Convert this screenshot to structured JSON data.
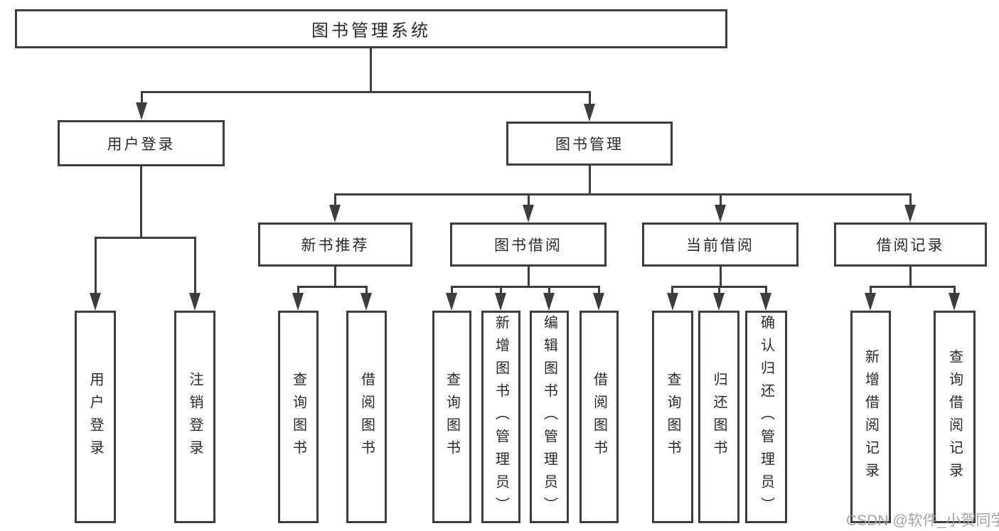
{
  "diagram_title": "图书管理系统",
  "nodes": {
    "root": "图书管理系统",
    "user_login": "用户登录",
    "book_mgmt": "图书管理",
    "new_book_rec": "新书推荐",
    "book_borrow": "图书借阅",
    "current_borrow": "当前借阅",
    "borrow_record": "借阅记录",
    "leaf_user_login": "用户登录",
    "leaf_logout": "注销登录",
    "leaf_query_book_a": "查询图书",
    "leaf_borrow_book_a": "借阅图书",
    "leaf_query_book_b": "查询图书",
    "leaf_add_book_admin": "新增图书（管理员）",
    "leaf_edit_book_admin": "编辑图书（管理员）",
    "leaf_borrow_book_b": "借阅图书",
    "leaf_query_book_c": "查询图书",
    "leaf_return_book": "归还图书",
    "leaf_confirm_return_admin": "确认归还（管理员）",
    "leaf_add_borrow_record": "新增借阅记录",
    "leaf_query_borrow_record": "查询借阅记录"
  },
  "hierarchy": {
    "图书管理系统": {
      "用户登录": [
        "用户登录",
        "注销登录"
      ],
      "图书管理": {
        "新书推荐": [
          "查询图书",
          "借阅图书"
        ],
        "图书借阅": [
          "查询图书",
          "新增图书（管理员）",
          "编辑图书（管理员）",
          "借阅图书"
        ],
        "当前借阅": [
          "查询图书",
          "归还图书",
          "确认归还（管理员）"
        ],
        "借阅记录": [
          "新增借阅记录",
          "查询借阅记录"
        ]
      }
    }
  },
  "watermark": "CSDN @软件_小贺同学",
  "colors": {
    "line": "#3d3d3d",
    "text": "#2a2a2a",
    "watermark": "#9e9e9e"
  }
}
